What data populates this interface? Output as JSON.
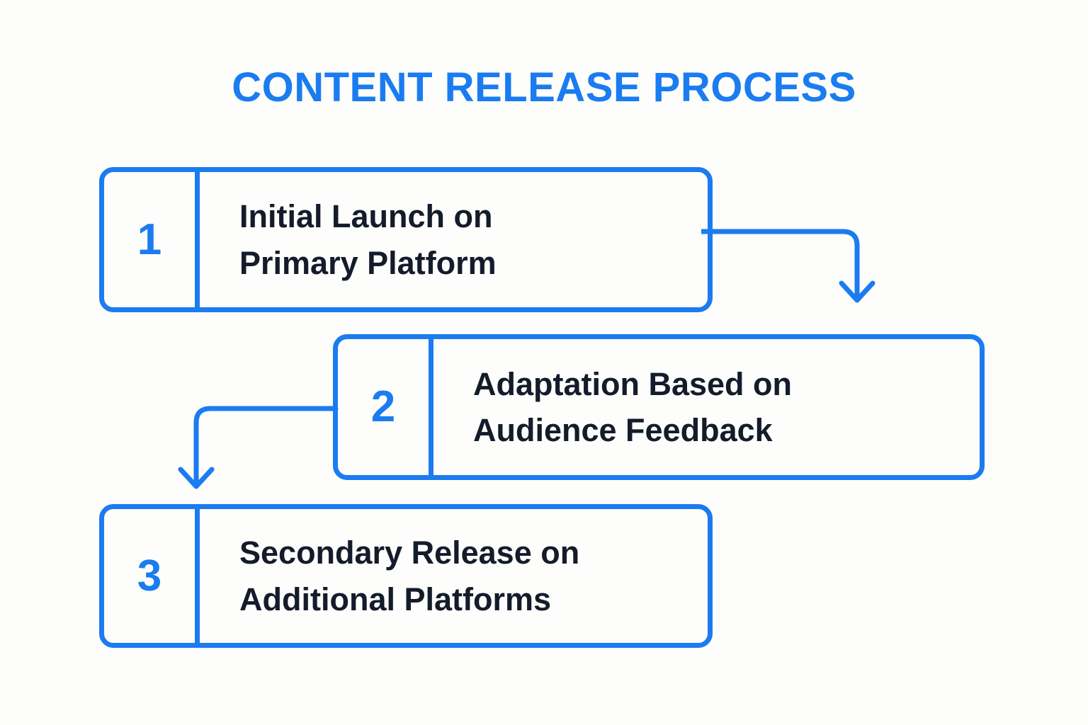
{
  "title": "CONTENT RELEASE PROCESS",
  "theme": {
    "accent": "#1a7cf0",
    "background": "#fdfdfb",
    "text": "#141c2b"
  },
  "steps": [
    {
      "number": "1",
      "line1": "Initial Launch on",
      "line2": "Primary Platform"
    },
    {
      "number": "2",
      "line1": "Adaptation Based on",
      "line2": "Audience Feedback"
    },
    {
      "number": "3",
      "line1": "Secondary Release on",
      "line2": "Additional Platforms"
    }
  ],
  "connectors": [
    {
      "name": "step-1-to-step-2",
      "direction": "right-then-down"
    },
    {
      "name": "step-2-to-step-3",
      "direction": "left-then-down"
    }
  ]
}
